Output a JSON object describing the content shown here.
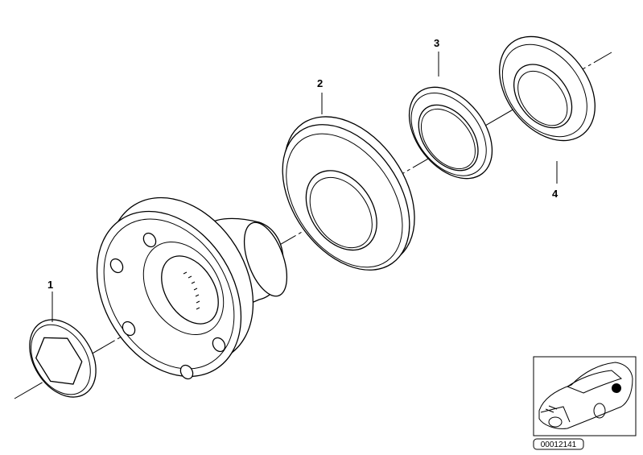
{
  "diagram": {
    "callouts": [
      {
        "id": "1",
        "label": "1"
      },
      {
        "id": "2",
        "label": "2"
      },
      {
        "id": "3",
        "label": "3"
      },
      {
        "id": "4",
        "label": "4"
      }
    ],
    "reference_code": "00012141"
  },
  "colors": {
    "line": "#000000",
    "background": "#ffffff",
    "locator_dot": "#000000"
  }
}
